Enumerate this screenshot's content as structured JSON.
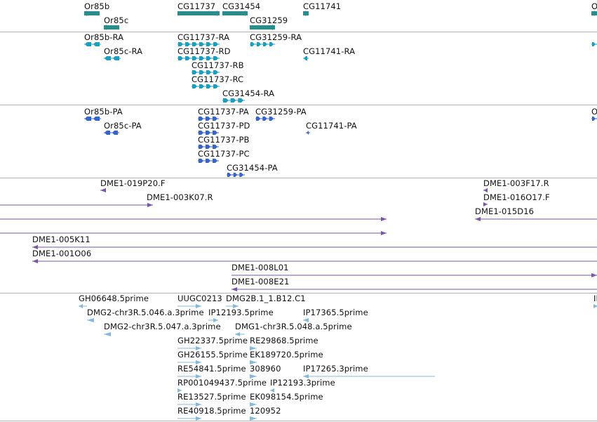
{
  "colors": {
    "gene": "#2a8c8c",
    "mrna": "#1e9ebf",
    "protein": "#3366c6",
    "clone": "#7a56a8",
    "est": "#84b8dc",
    "separator": "#b4b4b4"
  },
  "tracks": [
    {
      "id": "genes",
      "features": [
        {
          "label": "Or85b",
          "strand": "-"
        },
        {
          "label": "Or85c",
          "strand": "-"
        },
        {
          "label": "CG11737",
          "strand": "+"
        },
        {
          "label": "CG31454",
          "strand": "+"
        },
        {
          "label": "CG31259",
          "strand": "+"
        },
        {
          "label": "CG11741",
          "strand": "-"
        },
        {
          "label": "Or",
          "strand": "+"
        }
      ]
    },
    {
      "id": "transcripts",
      "features": [
        {
          "label": "Or85b-RA",
          "strand": "-"
        },
        {
          "label": "Or85c-RA",
          "strand": "-"
        },
        {
          "label": "CG11737-RA",
          "strand": "+"
        },
        {
          "label": "CG11737-RD",
          "strand": "+"
        },
        {
          "label": "CG11737-RB",
          "strand": "+"
        },
        {
          "label": "CG11737-RC",
          "strand": "+"
        },
        {
          "label": "CG31454-RA",
          "strand": "+"
        },
        {
          "label": "CG31259-RA",
          "strand": "+"
        },
        {
          "label": "CG11741-RA",
          "strand": "-"
        },
        {
          "label": "",
          "strand": "+"
        }
      ]
    },
    {
      "id": "proteins",
      "features": [
        {
          "label": "Or85b-PA",
          "strand": "-"
        },
        {
          "label": "Or85c-PA",
          "strand": "-"
        },
        {
          "label": "CG11737-PA",
          "strand": "+"
        },
        {
          "label": "CG11737-PD",
          "strand": "+"
        },
        {
          "label": "CG11737-PB",
          "strand": "+"
        },
        {
          "label": "CG11737-PC",
          "strand": "+"
        },
        {
          "label": "CG31454-PA",
          "strand": "+"
        },
        {
          "label": "CG31259-PA",
          "strand": "+"
        },
        {
          "label": "CG11741-PA",
          "strand": "-"
        },
        {
          "label": "O",
          "strand": "+"
        }
      ]
    },
    {
      "id": "clones",
      "features": [
        {
          "label": "DME1-019P20.F",
          "strand": "-"
        },
        {
          "label": "DME1-003K07.R",
          "strand": "+"
        },
        {
          "label": "DME1-003F17.R",
          "strand": "-"
        },
        {
          "label": "DME1-016O17.F",
          "strand": "+"
        },
        {
          "label": "DME1-015D16",
          "strand": "-"
        },
        {
          "label": "",
          "strand": "+"
        },
        {
          "label": "",
          "strand": "+"
        },
        {
          "label": "DME1-005K11",
          "strand": "-"
        },
        {
          "label": "DME1-001O06",
          "strand": "-"
        },
        {
          "label": "DME1-008L01",
          "strand": "+"
        },
        {
          "label": "DME1-008E21",
          "strand": "-"
        }
      ]
    },
    {
      "id": "ests",
      "features": [
        {
          "label": "GH06648.5prime",
          "strand": "-"
        },
        {
          "label": "UUGC0213",
          "strand": "+"
        },
        {
          "label": "DMG2B.1_1.B12.C1",
          "strand": "+"
        },
        {
          "label": "IP",
          "strand": "+"
        },
        {
          "label": "DMG2-chr3R.5.046.a.3prime",
          "strand": "-"
        },
        {
          "label": "IP12193.5prime",
          "strand": "+"
        },
        {
          "label": "IP17365.5prime",
          "strand": "-"
        },
        {
          "label": "DMG2-chr3R.5.047.a.3prime",
          "strand": "-"
        },
        {
          "label": "DMG1-chr3R.5.048.a.5prime",
          "strand": "-"
        },
        {
          "label": "GH22337.5prime",
          "strand": "+"
        },
        {
          "label": "RE29868.5prime",
          "strand": "+"
        },
        {
          "label": "GH26155.5prime",
          "strand": "+"
        },
        {
          "label": "EK189720.5prime",
          "strand": "+"
        },
        {
          "label": "RE54841.5prime",
          "strand": "+"
        },
        {
          "label": "308960",
          "strand": "+"
        },
        {
          "label": "IP17265.3prime",
          "strand": "-"
        },
        {
          "label": "RP001049437.5prime",
          "strand": "+"
        },
        {
          "label": "IP12193.3prime",
          "strand": "-"
        },
        {
          "label": "RE13527.5prime",
          "strand": "+"
        },
        {
          "label": "EK098154.5prime",
          "strand": "+"
        },
        {
          "label": "RE40918.5prime",
          "strand": "+"
        },
        {
          "label": "120952",
          "strand": "+"
        }
      ]
    }
  ]
}
